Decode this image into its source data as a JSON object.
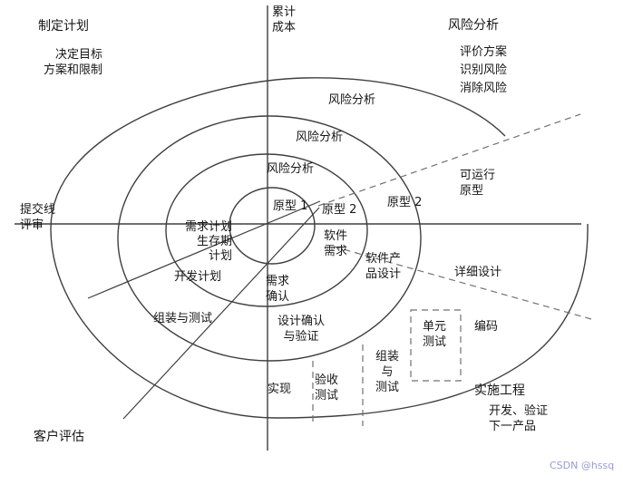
{
  "labels": {
    "make_plan": "制定计划",
    "make_plan_sub": "决定目标\n方案和限制",
    "cumulative_cost": "累计\n成本",
    "risk_analysis_header": "风险分析",
    "risk_analysis_steps": "评价方案\n识别风险\n消除风险",
    "risk_analysis_turn1": "风险分析",
    "risk_analysis_turn2": "风险分析",
    "risk_analysis_turn3": "风险分析",
    "prototype_1": "原型 1",
    "prototype_2_inner": "原型 2",
    "prototype_2_outer": "原型 2",
    "operational_prototype": "可运行\n原型",
    "commit_line_review": "提交线\n评审",
    "requirements_lifecycle_plan": "需求计划\n生存期\n计划",
    "development_plan": "开发计划",
    "integration_and_test": "组装与测试",
    "software_requirements": "软件\n需求",
    "requirements_validation": "需求\n确认",
    "software_product_design": "软件产\n品设计",
    "detailed_design": "详细设计",
    "design_validation_verification": "设计确认\n与验证",
    "unit_test": "单元\n测试",
    "coding": "编码",
    "integration_test_column": "组装\n与\n测试",
    "acceptance_test": "验收\n测试",
    "implementation": "实现",
    "implementation_engineering": "实施工程",
    "develop_verify_next": "开发、验证\n下一产品",
    "customer_evaluation": "客户评估",
    "watermark": "CSDN @hssq"
  },
  "colors": {
    "line": "#3f3f3f",
    "dashed_line": "#707070",
    "text": "#161616",
    "watermark": "#999ad2",
    "background": "#ffffff"
  }
}
